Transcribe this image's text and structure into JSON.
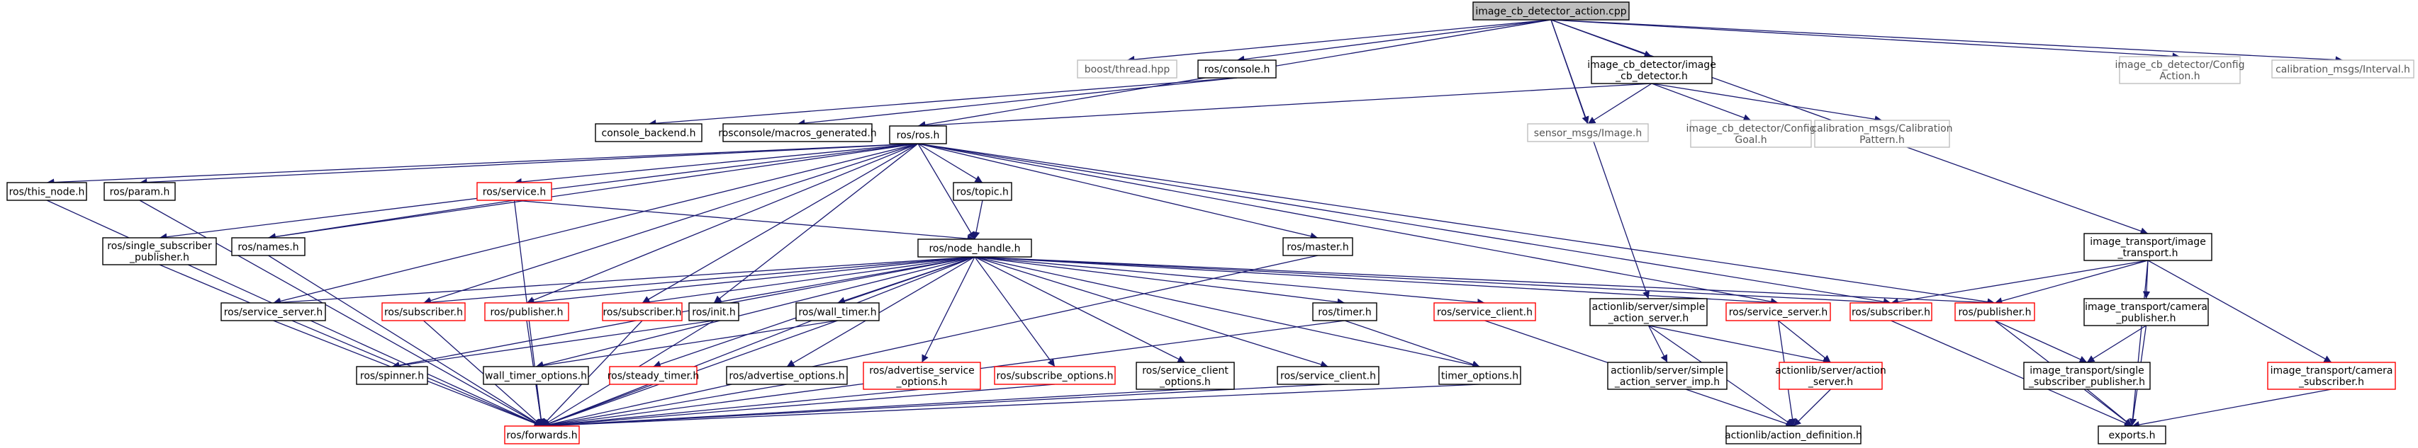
{
  "graph": {
    "nodes": [
      {
        "id": "root",
        "lines": [
          "image_cb_detector_action.cpp"
        ],
        "style": "root"
      },
      {
        "id": "boost_thread",
        "lines": [
          "boost/thread.hpp"
        ],
        "style": "gray"
      },
      {
        "id": "ros_console",
        "lines": [
          "ros/console.h"
        ],
        "style": "black"
      },
      {
        "id": "icd_detector",
        "lines": [
          "image_cb_detector/image",
          "_cb_detector.h"
        ],
        "style": "black"
      },
      {
        "id": "sensor_image",
        "lines": [
          "sensor_msgs/Image.h"
        ],
        "style": "gray"
      },
      {
        "id": "icd_config_action",
        "lines": [
          "image_cb_detector/Config",
          "Action.h"
        ],
        "style": "gray"
      },
      {
        "id": "calib_interval",
        "lines": [
          "calibration_msgs/Interval.h"
        ],
        "style": "gray"
      },
      {
        "id": "console_backend",
        "lines": [
          "console_backend.h"
        ],
        "style": "black"
      },
      {
        "id": "rosconsole_macros",
        "lines": [
          "rosconsole/macros_generated.h"
        ],
        "style": "black"
      },
      {
        "id": "ros_h",
        "lines": [
          "ros/ros.h"
        ],
        "style": "black"
      },
      {
        "id": "icd_config_goal",
        "lines": [
          "image_cb_detector/Config",
          "Goal.h"
        ],
        "style": "gray"
      },
      {
        "id": "calib_pattern",
        "lines": [
          "calibration_msgs/Calibration",
          "Pattern.h"
        ],
        "style": "gray"
      },
      {
        "id": "this_node",
        "lines": [
          "ros/this_node.h"
        ],
        "style": "black"
      },
      {
        "id": "param",
        "lines": [
          "ros/param.h"
        ],
        "style": "black"
      },
      {
        "id": "service_red",
        "lines": [
          "ros/service.h"
        ],
        "style": "red"
      },
      {
        "id": "topic",
        "lines": [
          "ros/topic.h"
        ],
        "style": "black"
      },
      {
        "id": "names",
        "lines": [
          "ros/names.h"
        ],
        "style": "black"
      },
      {
        "id": "single_sub_pub",
        "lines": [
          "ros/single_subscriber",
          "_publisher.h"
        ],
        "style": "black"
      },
      {
        "id": "master",
        "lines": [
          "ros/master.h"
        ],
        "style": "black"
      },
      {
        "id": "node_handle",
        "lines": [
          "ros/node_handle.h"
        ],
        "style": "black"
      },
      {
        "id": "it_image_transport",
        "lines": [
          "image_transport/image",
          "_transport.h"
        ],
        "style": "black"
      },
      {
        "id": "service_server",
        "lines": [
          "ros/service_server.h"
        ],
        "style": "black"
      },
      {
        "id": "subscriber1",
        "lines": [
          "ros/subscriber.h"
        ],
        "style": "red"
      },
      {
        "id": "publisher1",
        "lines": [
          "ros/publisher.h"
        ],
        "style": "red"
      },
      {
        "id": "subscriber2",
        "lines": [
          "ros/subscriber.h"
        ],
        "style": "red"
      },
      {
        "id": "init",
        "lines": [
          "ros/init.h"
        ],
        "style": "black"
      },
      {
        "id": "wall_timer",
        "lines": [
          "ros/wall_timer.h"
        ],
        "style": "black"
      },
      {
        "id": "timer",
        "lines": [
          "ros/timer.h"
        ],
        "style": "black"
      },
      {
        "id": "service_client_red",
        "lines": [
          "ros/service_client.h"
        ],
        "style": "red"
      },
      {
        "id": "al_simple_action_server",
        "lines": [
          "actionlib/server/simple",
          "_action_server.h"
        ],
        "style": "black"
      },
      {
        "id": "service_server_red",
        "lines": [
          "ros/service_server.h"
        ],
        "style": "red"
      },
      {
        "id": "subscriber3",
        "lines": [
          "ros/subscriber.h"
        ],
        "style": "red"
      },
      {
        "id": "publisher2",
        "lines": [
          "ros/publisher.h"
        ],
        "style": "red"
      },
      {
        "id": "it_camera_publisher",
        "lines": [
          "image_transport/camera",
          "_publisher.h"
        ],
        "style": "black"
      },
      {
        "id": "spinner",
        "lines": [
          "ros/spinner.h"
        ],
        "style": "black"
      },
      {
        "id": "wall_timer_options",
        "lines": [
          "wall_timer_options.h"
        ],
        "style": "black"
      },
      {
        "id": "steady_timer",
        "lines": [
          "ros/steady_timer.h"
        ],
        "style": "red"
      },
      {
        "id": "advertise_options",
        "lines": [
          "ros/advertise_options.h"
        ],
        "style": "black"
      },
      {
        "id": "advertise_service_options",
        "lines": [
          "ros/advertise_service",
          "_options.h"
        ],
        "style": "red"
      },
      {
        "id": "subscribe_options",
        "lines": [
          "ros/subscribe_options.h"
        ],
        "style": "red"
      },
      {
        "id": "service_client_options",
        "lines": [
          "ros/service_client",
          "_options.h"
        ],
        "style": "black"
      },
      {
        "id": "service_client_black",
        "lines": [
          "ros/service_client.h"
        ],
        "style": "black"
      },
      {
        "id": "timer_options",
        "lines": [
          "timer_options.h"
        ],
        "style": "black"
      },
      {
        "id": "al_simple_action_server_imp",
        "lines": [
          "actionlib/server/simple",
          "_action_server_imp.h"
        ],
        "style": "black"
      },
      {
        "id": "al_action_server",
        "lines": [
          "actionlib/server/action",
          "_server.h"
        ],
        "style": "red"
      },
      {
        "id": "it_single_sub_pub",
        "lines": [
          "image_transport/single",
          "_subscriber_publisher.h"
        ],
        "style": "black"
      },
      {
        "id": "it_camera_subscriber",
        "lines": [
          "image_transport/camera",
          "_subscriber.h"
        ],
        "style": "red"
      },
      {
        "id": "forwards",
        "lines": [
          "ros/forwards.h"
        ],
        "style": "red"
      },
      {
        "id": "al_action_definition",
        "lines": [
          "actionlib/action_definition.h"
        ],
        "style": "black"
      },
      {
        "id": "exports",
        "lines": [
          "exports.h"
        ],
        "style": "black"
      }
    ],
    "edges": [
      [
        "root",
        "boost_thread"
      ],
      [
        "root",
        "ros_console"
      ],
      [
        "root",
        "icd_detector"
      ],
      [
        "root",
        "sensor_image"
      ],
      [
        "root",
        "icd_config_action"
      ],
      [
        "root",
        "calib_interval"
      ],
      [
        "root",
        "ros_h"
      ],
      [
        "root",
        "al_simple_action_server"
      ],
      [
        "root",
        "it_image_transport"
      ],
      [
        "ros_console",
        "console_backend"
      ],
      [
        "ros_console",
        "rosconsole_macros"
      ],
      [
        "icd_detector",
        "ros_h"
      ],
      [
        "icd_detector",
        "sensor_image"
      ],
      [
        "icd_detector",
        "icd_config_goal"
      ],
      [
        "icd_detector",
        "calib_pattern"
      ],
      [
        "ros_h",
        "this_node"
      ],
      [
        "ros_h",
        "param"
      ],
      [
        "ros_h",
        "service_red"
      ],
      [
        "ros_h",
        "topic"
      ],
      [
        "ros_h",
        "names"
      ],
      [
        "ros_h",
        "single_sub_pub"
      ],
      [
        "ros_h",
        "master"
      ],
      [
        "ros_h",
        "node_handle"
      ],
      [
        "ros_h",
        "service_server"
      ],
      [
        "ros_h",
        "subscriber1"
      ],
      [
        "ros_h",
        "publisher1"
      ],
      [
        "ros_h",
        "subscriber2"
      ],
      [
        "ros_h",
        "init"
      ],
      [
        "ros_h",
        "service_server_red"
      ],
      [
        "ros_h",
        "subscriber3"
      ],
      [
        "ros_h",
        "publisher2"
      ],
      [
        "this_node",
        "forwards"
      ],
      [
        "param",
        "forwards"
      ],
      [
        "names",
        "forwards"
      ],
      [
        "single_sub_pub",
        "forwards"
      ],
      [
        "service_red",
        "names"
      ],
      [
        "service_red",
        "node_handle"
      ],
      [
        "service_red",
        "forwards"
      ],
      [
        "topic",
        "node_handle"
      ],
      [
        "master",
        "forwards"
      ],
      [
        "node_handle",
        "service_server"
      ],
      [
        "node_handle",
        "subscriber1"
      ],
      [
        "node_handle",
        "publisher1"
      ],
      [
        "node_handle",
        "subscriber2"
      ],
      [
        "node_handle",
        "init"
      ],
      [
        "node_handle",
        "wall_timer"
      ],
      [
        "node_handle",
        "timer"
      ],
      [
        "node_handle",
        "service_client_red"
      ],
      [
        "node_handle",
        "service_server_red"
      ],
      [
        "node_handle",
        "subscriber3"
      ],
      [
        "node_handle",
        "publisher2"
      ],
      [
        "node_handle",
        "spinner"
      ],
      [
        "node_handle",
        "wall_timer_options"
      ],
      [
        "node_handle",
        "steady_timer"
      ],
      [
        "node_handle",
        "advertise_options"
      ],
      [
        "node_handle",
        "advertise_service_options"
      ],
      [
        "node_handle",
        "subscribe_options"
      ],
      [
        "node_handle",
        "service_client_options"
      ],
      [
        "node_handle",
        "service_client_black"
      ],
      [
        "node_handle",
        "timer_options"
      ],
      [
        "node_handle",
        "forwards"
      ],
      [
        "service_server",
        "forwards"
      ],
      [
        "subscriber1",
        "forwards"
      ],
      [
        "publisher1",
        "forwards"
      ],
      [
        "subscriber2",
        "forwards"
      ],
      [
        "init",
        "forwards"
      ],
      [
        "init",
        "spinner"
      ],
      [
        "wall_timer",
        "forwards"
      ],
      [
        "wall_timer",
        "wall_timer_options"
      ],
      [
        "timer",
        "forwards"
      ],
      [
        "timer",
        "timer_options"
      ],
      [
        "service_client_red",
        "al_action_definition"
      ],
      [
        "wall_timer_options",
        "forwards"
      ],
      [
        "steady_timer",
        "forwards"
      ],
      [
        "advertise_options",
        "forwards"
      ],
      [
        "advertise_service_options",
        "forwards"
      ],
      [
        "subscribe_options",
        "forwards"
      ],
      [
        "service_client_options",
        "forwards"
      ],
      [
        "service_client_black",
        "forwards"
      ],
      [
        "timer_options",
        "forwards"
      ],
      [
        "al_simple_action_server",
        "al_simple_action_server_imp"
      ],
      [
        "al_simple_action_server",
        "al_action_server"
      ],
      [
        "al_simple_action_server",
        "al_action_definition"
      ],
      [
        "service_server_red",
        "al_action_server"
      ],
      [
        "service_server_red",
        "al_action_definition"
      ],
      [
        "al_action_server",
        "al_action_definition"
      ],
      [
        "subscriber3",
        "exports"
      ],
      [
        "publisher2",
        "it_single_sub_pub"
      ],
      [
        "publisher2",
        "exports"
      ],
      [
        "it_image_transport",
        "subscriber3"
      ],
      [
        "it_image_transport",
        "publisher2"
      ],
      [
        "it_image_transport",
        "it_camera_publisher"
      ],
      [
        "it_image_transport",
        "it_camera_subscriber"
      ],
      [
        "it_image_transport",
        "exports"
      ],
      [
        "it_camera_publisher",
        "it_single_sub_pub"
      ],
      [
        "it_camera_publisher",
        "exports"
      ],
      [
        "it_single_sub_pub",
        "exports"
      ],
      [
        "it_camera_subscriber",
        "exports"
      ]
    ]
  }
}
